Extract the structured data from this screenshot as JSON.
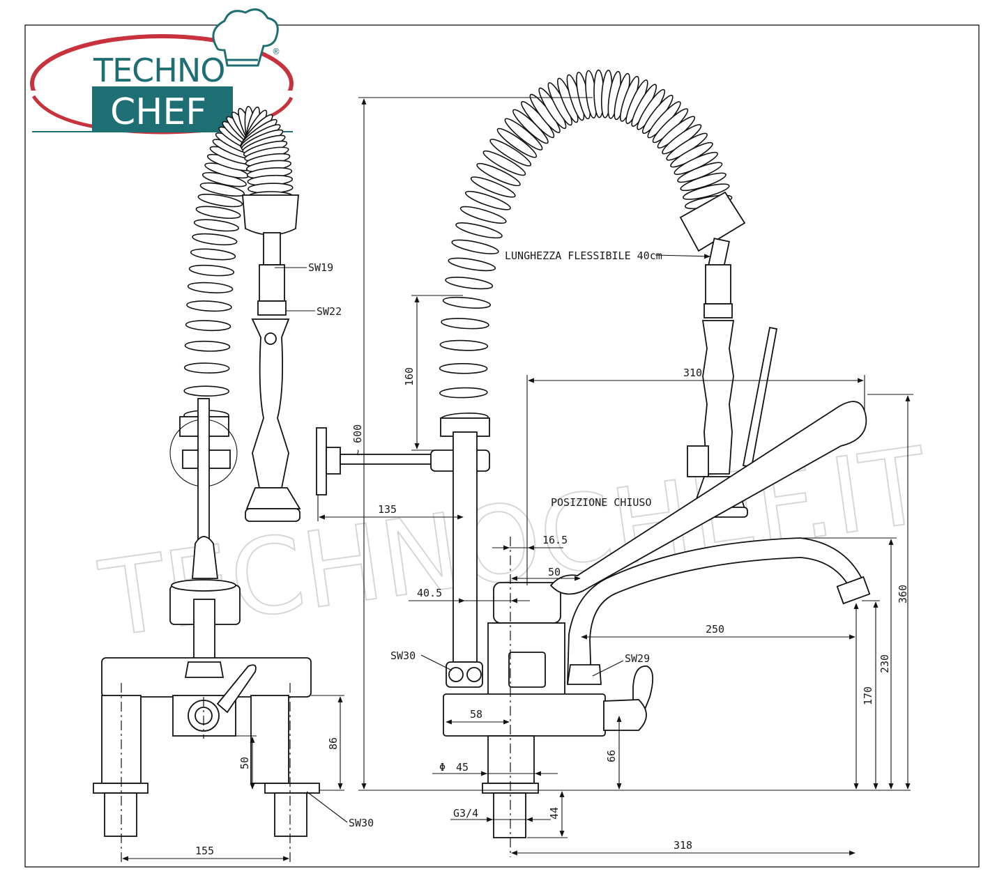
{
  "brand": {
    "line1": "TECHNO",
    "line2": "CHEF",
    "registered": "®",
    "teal": "#1e6f73",
    "red": "#c8323c"
  },
  "watermark": "TECHNOCHEF.IT",
  "callouts": {
    "sw19": "SW19",
    "sw22": "SW22",
    "sw30_front": "SW30",
    "sw30_side": "SW30",
    "sw29": "SW29",
    "hose_length": "LUNGHEZZA FLESSIBILE 40cm",
    "closed_position": "POSIZIONE CHIUSO"
  },
  "dimensions": {
    "d600": "~ 600",
    "d160": "160",
    "d135": "135",
    "d310": "310",
    "d16_5": "16.5",
    "d50_top": "50",
    "d40_5": "40.5",
    "d250": "250",
    "d360": "360",
    "d230": "230",
    "d170": "170",
    "d58": "58",
    "d66": "66",
    "d45": "45",
    "d45_symbol": "Φ",
    "d3_4": "G3/4",
    "d44": "44",
    "d318": "318",
    "d86": "86",
    "d50_side": "50",
    "d155": "155"
  }
}
